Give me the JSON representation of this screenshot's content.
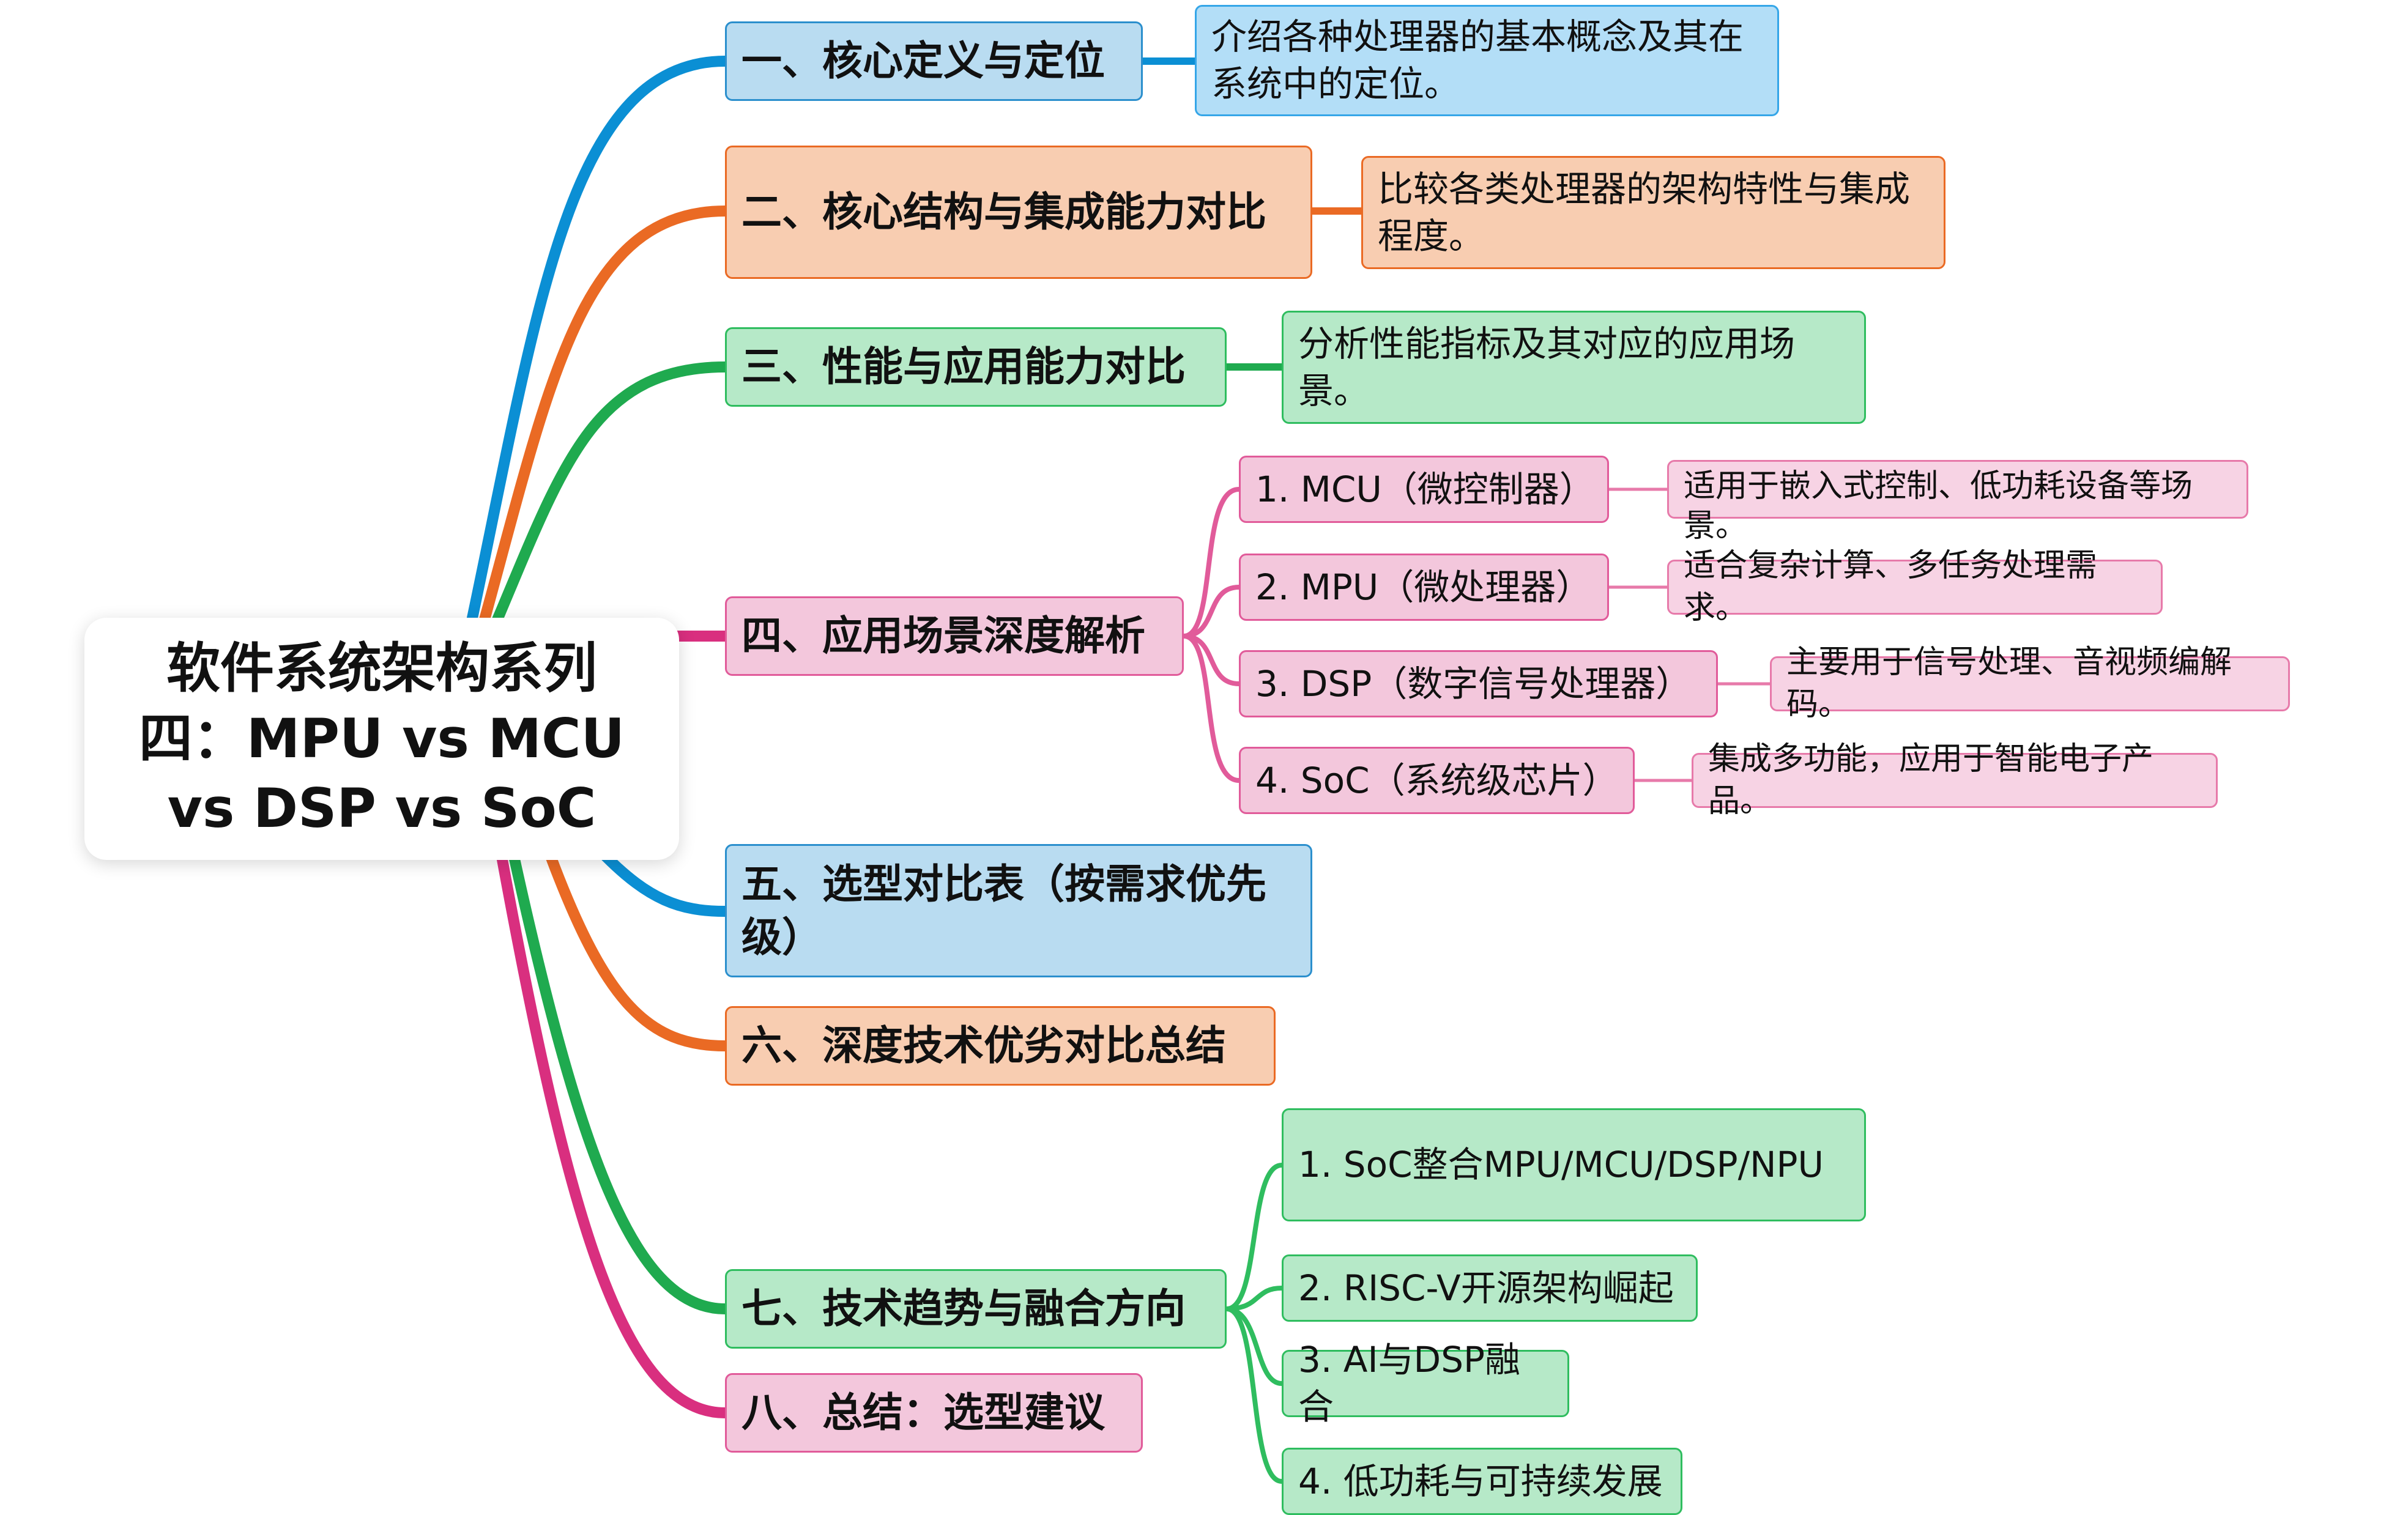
{
  "root": {
    "title_line1": "软件系统架构系列",
    "title_line2": "四：MPU vs MCU",
    "title_line3": "vs DSP vs SoC"
  },
  "branches": [
    {
      "label": "一、核心定义与定位",
      "color": "#0b8fd4"
    },
    {
      "label": "二、核心结构与集成能力对比",
      "color": "#ea6a24"
    },
    {
      "label": "三、性能与应用能力对比",
      "color": "#1faa4f"
    },
    {
      "label": "四、应用场景深度解析",
      "color": "#d92f7f"
    },
    {
      "label": "五、选型对比表（按需求优先级）",
      "color": "#0b8fd4"
    },
    {
      "label": "六、深度技术优劣对比总结",
      "color": "#ea6a24"
    },
    {
      "label": "七、技术趋势与融合方向",
      "color": "#1faa4f"
    },
    {
      "label": "八、总结：选型建议",
      "color": "#d92f7f"
    }
  ],
  "details": {
    "b1": "介绍各种处理器的基本概念及其在系统中的定位。",
    "b2": "比较各类处理器的架构特性与集成程度。",
    "b3": "分析性能指标及其对应的应用场景。"
  },
  "b4_children": [
    {
      "label": "1. MCU（微控制器）",
      "note": "适用于嵌入式控制、低功耗设备等场景。"
    },
    {
      "label": "2. MPU（微处理器）",
      "note": "适合复杂计算、多任务处理需求。"
    },
    {
      "label": "3. DSP（数字信号处理器）",
      "note": "主要用于信号处理、音视频编解码。"
    },
    {
      "label": "4. SoC（系统级芯片）",
      "note": "集成多功能，应用于智能电子产品。"
    }
  ],
  "b7_children": [
    {
      "label": "1. SoC整合MPU/MCU/DSP/NPU"
    },
    {
      "label": "2. RISC-V开源架构崛起"
    },
    {
      "label": "3. AI与DSP融合"
    },
    {
      "label": "4. 低功耗与可持续发展"
    }
  ]
}
